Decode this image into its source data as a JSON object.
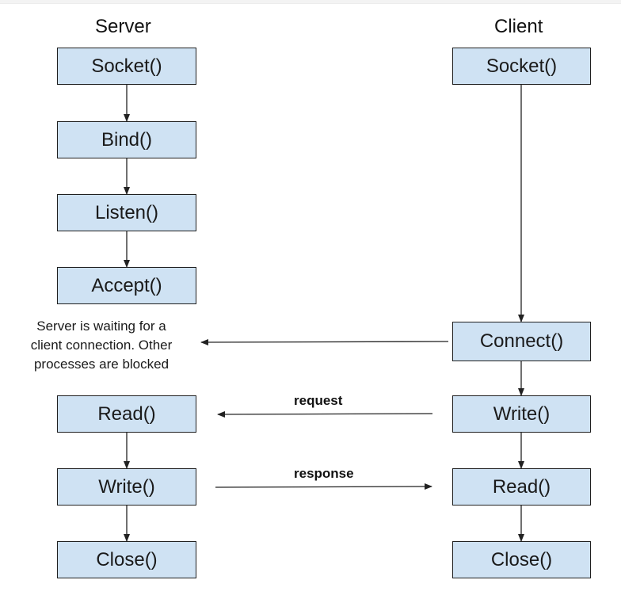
{
  "titles": {
    "server": "Server",
    "client": "Client"
  },
  "server_steps": {
    "socket": "Socket()",
    "bind": "Bind()",
    "listen": "Listen()",
    "accept": "Accept()",
    "read": "Read()",
    "write": "Write()",
    "close": "Close()"
  },
  "client_steps": {
    "socket": "Socket()",
    "connect": "Connect()",
    "write": "Write()",
    "read": "Read()",
    "close": "Close()"
  },
  "note": {
    "line1": "Server is waiting for a",
    "line2": "client connection. Other",
    "line3": "processes are blocked"
  },
  "labels": {
    "request": "request",
    "response": "response"
  },
  "colors": {
    "box_fill": "#cfe2f3",
    "box_border": "#1f1f1f",
    "line": "#222222"
  }
}
